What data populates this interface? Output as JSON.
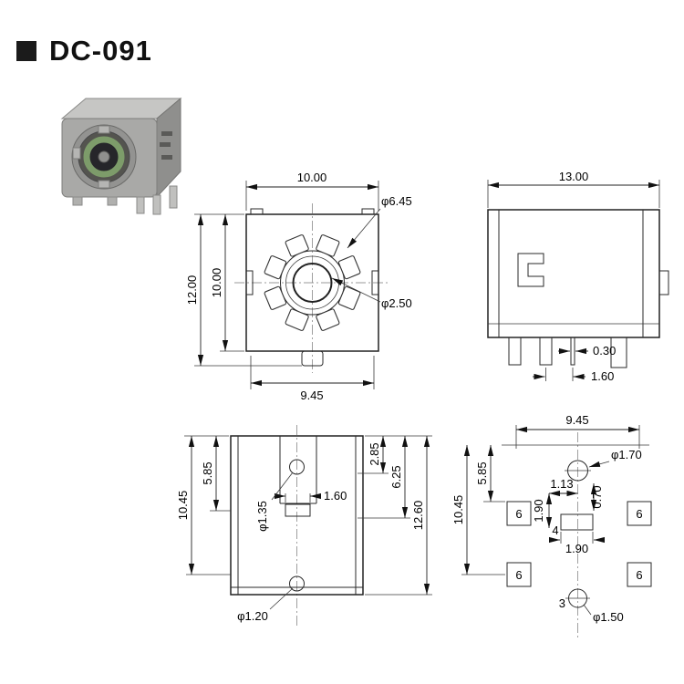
{
  "title": {
    "text": "DC-091"
  },
  "front_view": {
    "dim_width": "10.00",
    "dim_height_total": "12.00",
    "dim_height_inner": "10.00",
    "dim_width_bottom": "9.45",
    "dia_shield": "φ6.45",
    "dia_center_pin": "φ2.50"
  },
  "side_view": {
    "dim_depth": "13.00",
    "dim_pin_thickness": "0.30",
    "dim_pin_offset": "1.60"
  },
  "bottom_view": {
    "dim_height_inner": "5.85",
    "dim_height_outer": "10.45",
    "dia_hole_top": "φ1.35",
    "dim_slot_width": "1.60",
    "dim_right_upper": "2.85",
    "dim_right_mid": "6.25",
    "dim_right_total": "12.60",
    "dia_hole_bottom": "φ1.20"
  },
  "pcb_view": {
    "dim_width": "9.45",
    "dim_height_inner": "5.85",
    "dim_height_outer": "10.45",
    "dia_hole_top": "φ1.70",
    "dim_hole_x": "1.13",
    "dim_hole_y": "1.90",
    "dim_slot_y": "0.70",
    "pad_number": "4",
    "dim_pad_width": "1.90",
    "pad_size": "6",
    "hole_number": "3",
    "dia_hole_bottom": "φ1.50"
  }
}
